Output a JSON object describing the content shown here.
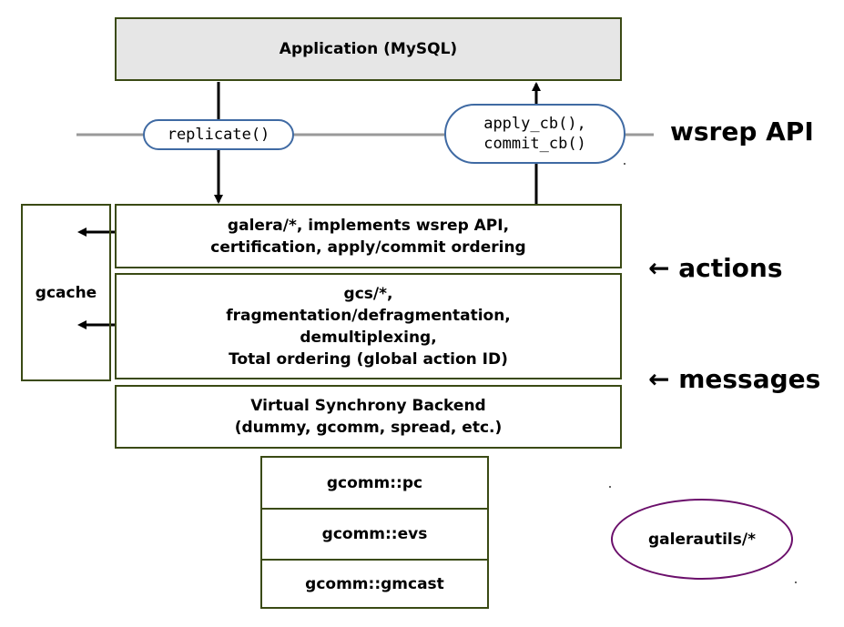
{
  "application": "Application (MySQL)",
  "api_calls": {
    "replicate": "replicate()",
    "callbacks": [
      "apply_cb(),",
      "commit_cb()"
    ]
  },
  "api_label": "wsrep API",
  "layers": {
    "galera": [
      "galera/*, implements wsrep API,",
      "certification, apply/commit ordering"
    ],
    "gcs": [
      "gcs/*,",
      "fragmentation/defragmentation,",
      "demultiplexing,",
      "Total ordering (global action ID)"
    ],
    "backend": [
      "Virtual Synchrony Backend",
      "(dummy, gcomm, spread, etc.)"
    ]
  },
  "gcache": "gcache",
  "side_labels": {
    "actions": "← actions",
    "messages": "← messages"
  },
  "gcomm": [
    "gcomm::pc",
    "gcomm::evs",
    "gcomm::gmcast"
  ],
  "galerautils": "galerautils/*",
  "colors": {
    "box_border": "#3a4a14",
    "app_fill": "#e6e6e6",
    "pill_border": "#3f6aa3",
    "api_line": "#999999",
    "ellipse_border": "#6b0f6b"
  }
}
